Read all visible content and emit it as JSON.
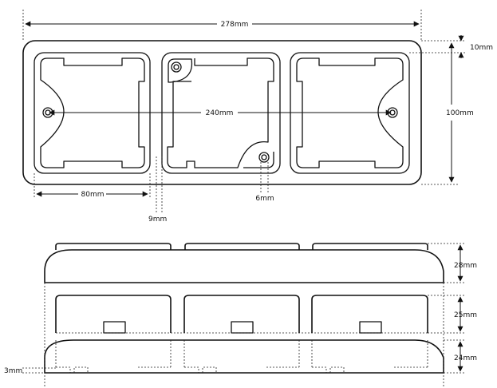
{
  "dimensions": {
    "total_width": "278mm",
    "rim_height": "10mm",
    "total_height": "100mm",
    "hole_spacing": "240mm",
    "box_width": "80mm",
    "gap": "9mm",
    "hole_diameter": "6mm",
    "top_depth": "28mm",
    "middle_depth": "25mm",
    "bottom_depth": "24mm",
    "base_thickness": "3mm"
  },
  "colors": {
    "stroke": "#111111",
    "background": "#ffffff"
  }
}
